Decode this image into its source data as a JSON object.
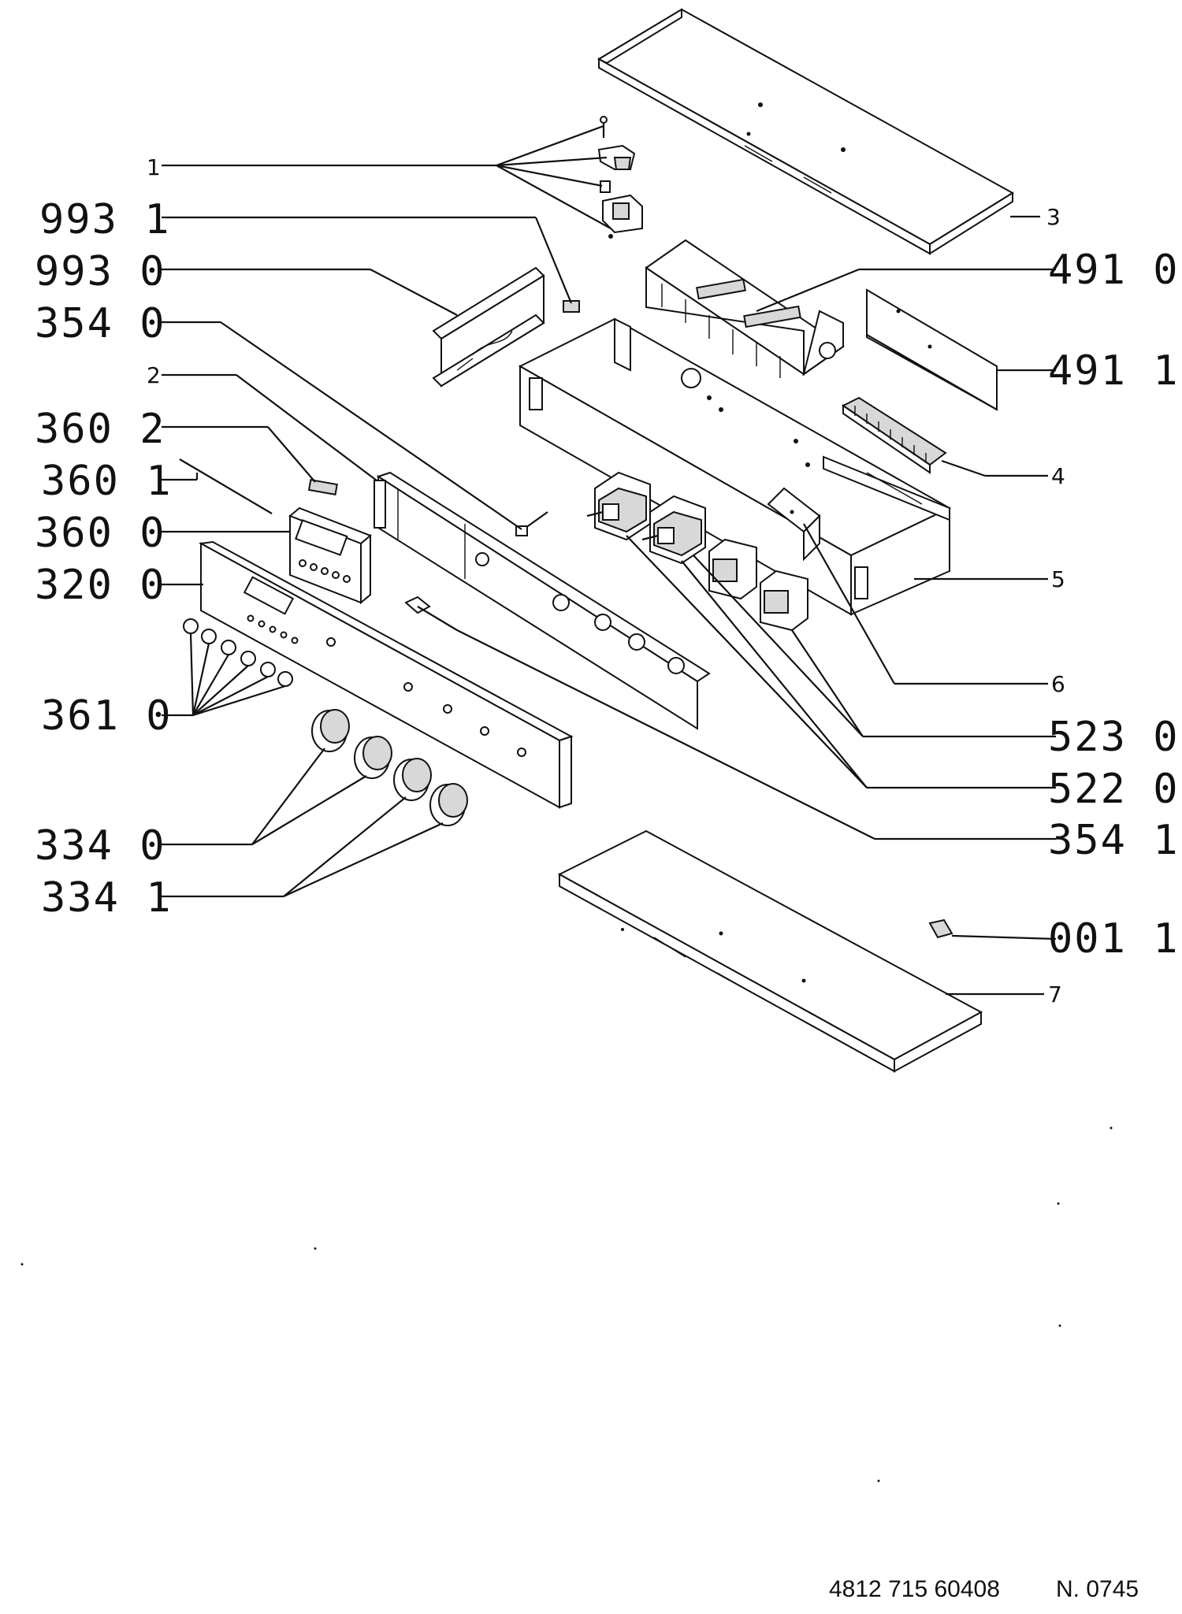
{
  "labels": {
    "l_1": "1",
    "l_993_1": "993 1",
    "l_993_0": "993 0",
    "l_354_0": "354 0",
    "l_2": "2",
    "l_360_2": "360 2",
    "l_360_1": "360 1",
    "l_360_0": "360 0",
    "l_320_0": "320 0",
    "l_361_0": "361 0",
    "l_334_0": "334 0",
    "l_334_1": "334 1",
    "r_3": "3",
    "r_491_0": "491 0",
    "r_491_1": "491 1",
    "r_4": "4",
    "r_5": "5",
    "r_6": "6",
    "r_523_0": "523 0",
    "r_522_0": "522 0",
    "r_354_1": "354 1",
    "r_001_1": "001 1",
    "r_7": "7"
  },
  "footer": {
    "part_number": "4812 715 60408",
    "revision": "N. 0745"
  }
}
